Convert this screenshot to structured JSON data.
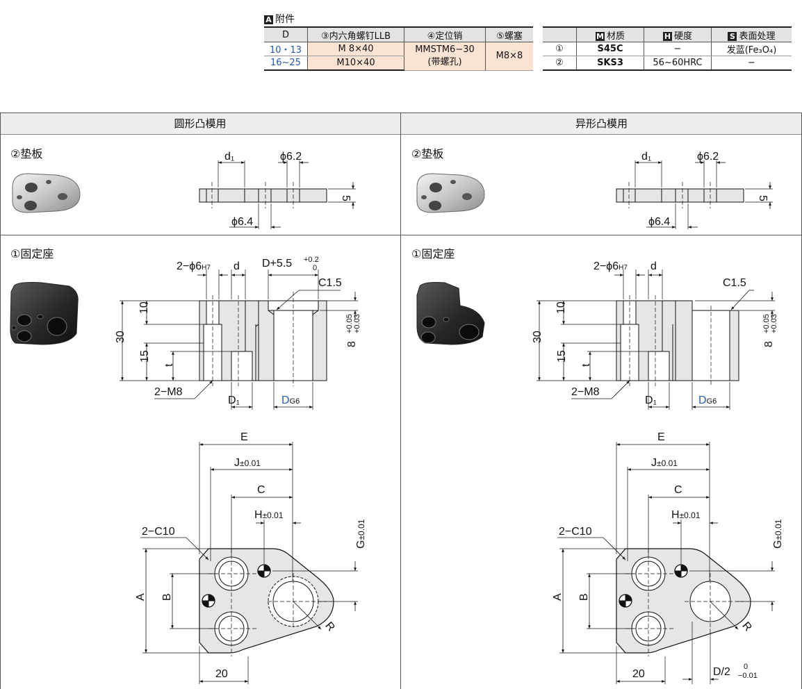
{
  "accessories": {
    "badge": "A",
    "title": "附件",
    "headers": [
      "D",
      "③内六角螺钉LLB",
      "④定位销",
      "⑤螺塞"
    ],
    "rows": [
      {
        "d": "10・13",
        "screw": "M  8×40"
      },
      {
        "d": "16~25",
        "screw": "M10×40"
      }
    ],
    "pin": "MMSTM6−30\n(带螺孔)",
    "plug": "M8×8"
  },
  "materials": {
    "headers": {
      "material_badge": "M",
      "material": "材质",
      "hardness_badge": "H",
      "hardness": "硬度",
      "surface_badge": "S",
      "surface": "表面处理"
    },
    "rows": [
      {
        "no": "①",
        "material": "S45C",
        "hardness": "−",
        "surface": "发蓝(Fe₃O₄)"
      },
      {
        "no": "②",
        "material": "SKS3",
        "hardness": "56~60HRC",
        "surface": "−"
      }
    ]
  },
  "sections": {
    "left_title": "圆形凸模用",
    "right_title": "异形凸模用",
    "backing_plate": "②垫板",
    "fixing_seat": "①固定座"
  },
  "dims": {
    "d1": "d₁",
    "phi62": "ϕ6.2",
    "phi64": "ϕ6.4",
    "five": "5",
    "two_phi6": "2−ϕ6",
    "h7": "H7",
    "d": "d",
    "d_plus": "D+5.5",
    "tol_up": "+0.2",
    "tol_zero": "0",
    "c15": "C1.5",
    "ten": "10",
    "thirty": "30",
    "fifteen": "15",
    "t": "t",
    "eight_tol": "8",
    "eight_up": "+0.05",
    "eight_dn": "+0.03",
    "two_m8": "2−M8",
    "D1": "D₁",
    "Dg": "D",
    "g6": "G6",
    "E": "E",
    "J": "J",
    "J_tol": "±0.01",
    "C": "C",
    "H": "H",
    "H_tol": "±0.01",
    "two_c10": "2−C10",
    "G": "G",
    "G_tol": "±0.01",
    "A": "A",
    "B": "B",
    "R": "R",
    "twenty": "20",
    "d_half": "D/2",
    "dh_up": "0",
    "dh_dn": "−0.01"
  }
}
